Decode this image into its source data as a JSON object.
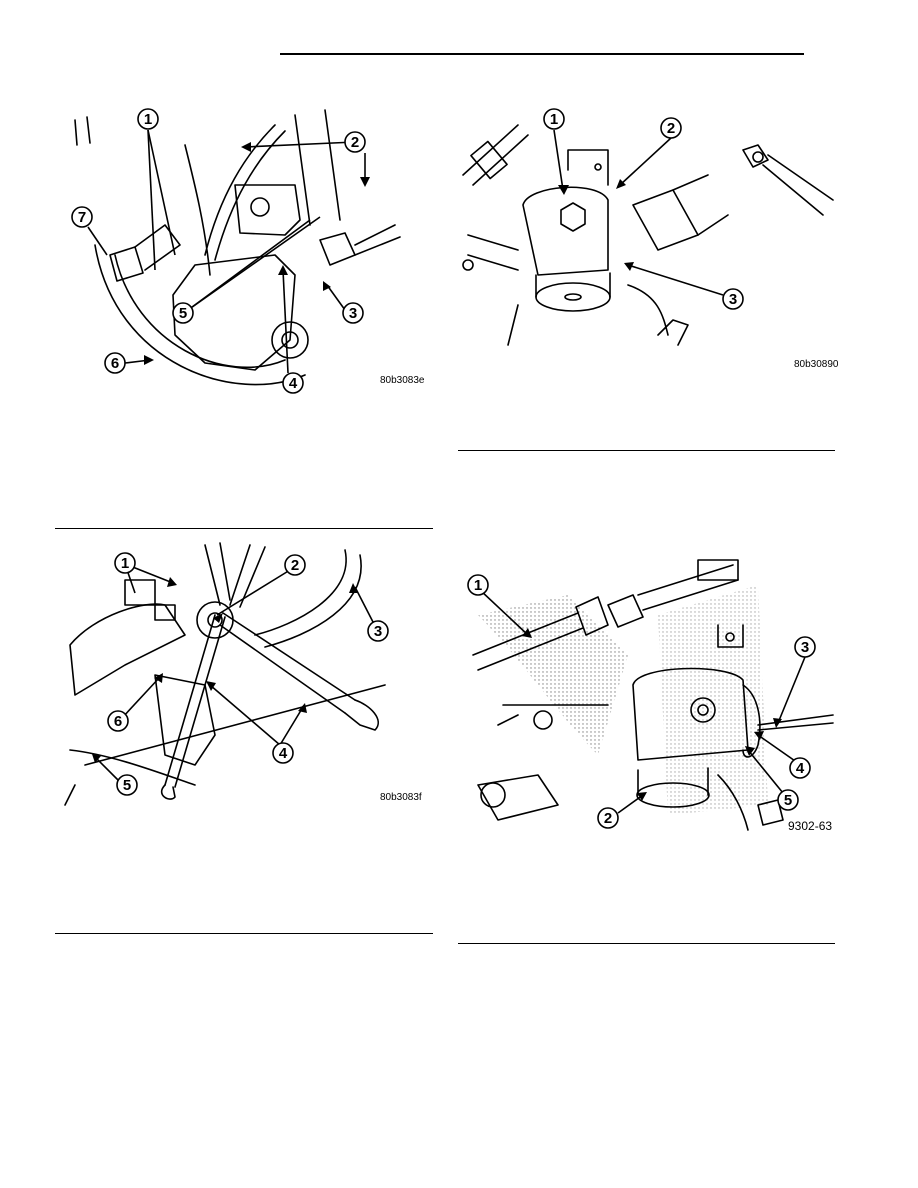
{
  "figures": [
    {
      "code": "80b3083e",
      "callouts": [
        "1",
        "2",
        "3",
        "4",
        "5",
        "6",
        "7"
      ]
    },
    {
      "code": "80b30890",
      "callouts": [
        "1",
        "2",
        "3"
      ]
    },
    {
      "code": "80b3083f",
      "callouts": [
        "1",
        "2",
        "3",
        "4",
        "5",
        "6"
      ]
    },
    {
      "code": "9302-63",
      "callouts": [
        "1",
        "2",
        "3",
        "4",
        "5"
      ]
    }
  ]
}
